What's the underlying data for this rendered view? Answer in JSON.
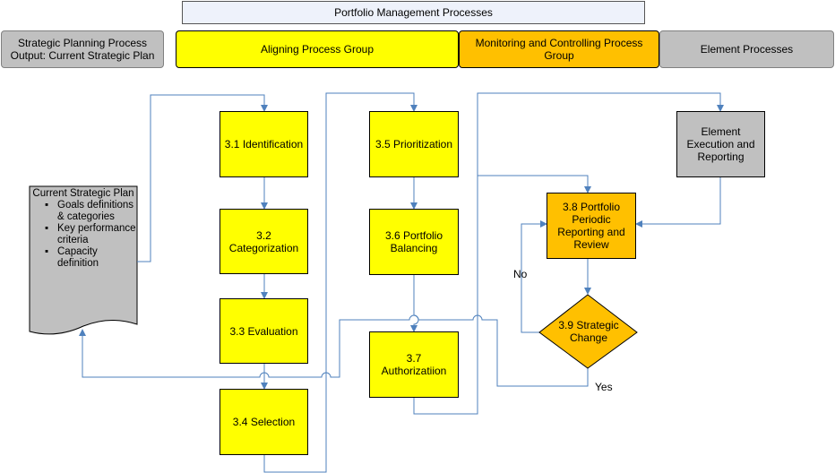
{
  "header": {
    "title": "Portfolio Management Processes"
  },
  "groups": {
    "strategic": "Strategic Planning Process Output: Current Strategic Plan",
    "aligning": "Aligning Process Group",
    "monitoring": "Monitoring and Controlling Process Group",
    "element": "Element Processes"
  },
  "processes": {
    "p31": "3.1 Identification",
    "p32": "3.2 Categorization",
    "p33": "3.3 Evaluation",
    "p34": "3.4  Selection",
    "p35": "3.5 Prioritization",
    "p36": "3.6 Portfolio Balancing",
    "p37": "3.7 Authorizatiion",
    "p38": "3.8 Portfolio Periodic Reporting and Review",
    "p39": "3.9 Strategic Change",
    "element_exec": "Element Execution and Reporting"
  },
  "document": {
    "title": "Current Strategic Plan",
    "bullets": [
      "Goals definitions & categories",
      "Key performance criteria",
      "Capacity definition"
    ]
  },
  "labels": {
    "no": "No",
    "yes": "Yes"
  },
  "colors": {
    "connector": "#4f81bd",
    "aligning": "#ffff00",
    "monitoring": "#ffc000",
    "element": "#c0c0c0"
  }
}
